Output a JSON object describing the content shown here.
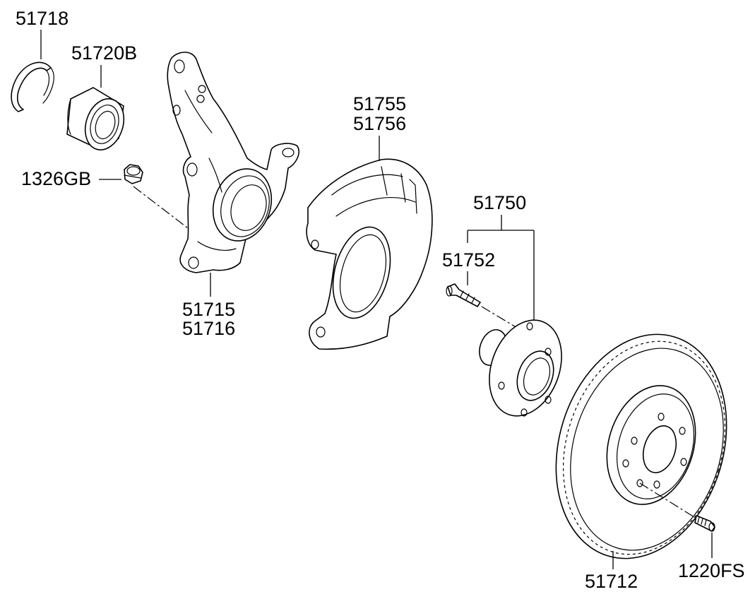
{
  "labels": {
    "p51718": "51718",
    "p51720b": "51720B",
    "p1326gb": "1326GB",
    "p51715": "51715",
    "p51716": "51716",
    "p51755": "51755",
    "p51756": "51756",
    "p51750": "51750",
    "p51752": "51752",
    "p51712": "51712",
    "p1220fs": "1220FS"
  }
}
